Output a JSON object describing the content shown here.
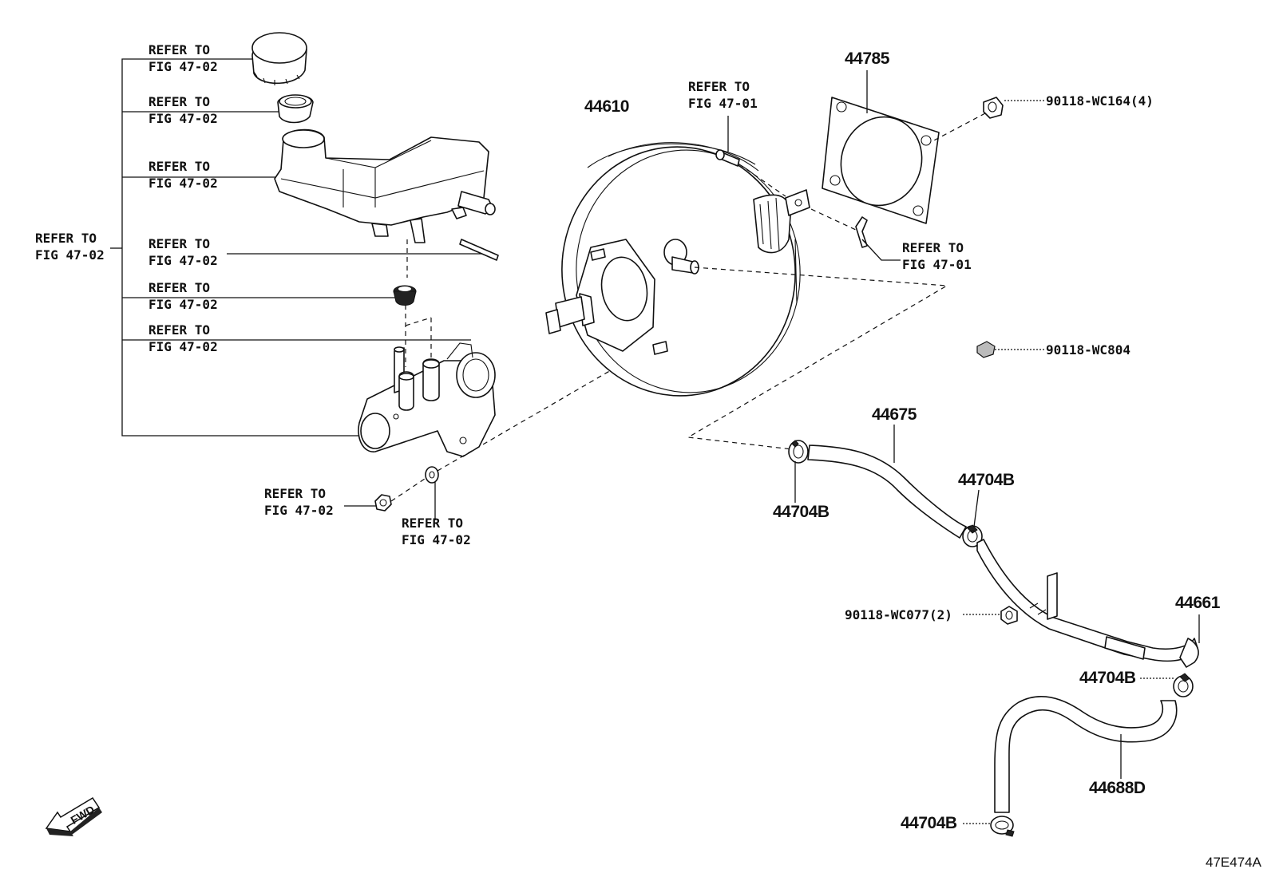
{
  "refer_labels": {
    "fig4702_a": [
      "REFER TO",
      "FIG 47-02"
    ],
    "fig4702_b": [
      "REFER TO",
      "FIG 47-02"
    ],
    "fig4702_c": [
      "REFER TO",
      "FIG 47-02"
    ],
    "fig4702_d": [
      "REFER TO",
      "FIG 47-02"
    ],
    "fig4702_e": [
      "REFER TO",
      "FIG 47-02"
    ],
    "fig4702_f": [
      "REFER TO",
      "FIG 47-02"
    ],
    "fig4702_group": [
      "REFER TO",
      "FIG 47-02"
    ],
    "fig4702_nut": [
      "REFER TO",
      "FIG 47-02"
    ],
    "fig4702_washer": [
      "REFER TO",
      "FIG 47-02"
    ],
    "fig4701_pin": [
      "REFER TO",
      "FIG 47-01"
    ],
    "fig4701_clip": [
      "REFER TO",
      "FIG 47-01"
    ]
  },
  "part_numbers": {
    "booster": "44610",
    "gasket": "44785",
    "nut_4": "90118-WC164(4)",
    "clip_bolt": "90118-WC804",
    "hose_upper": "44675",
    "clamp_1": "44704B",
    "clamp_2": "44704B",
    "nut_2": "90118-WC077(2)",
    "pipe": "44661",
    "clamp_3": "44704B",
    "hose_lower": "44688D",
    "clamp_4": "44704B"
  },
  "fwd_label": "FWD",
  "figure_code": "47E474A"
}
